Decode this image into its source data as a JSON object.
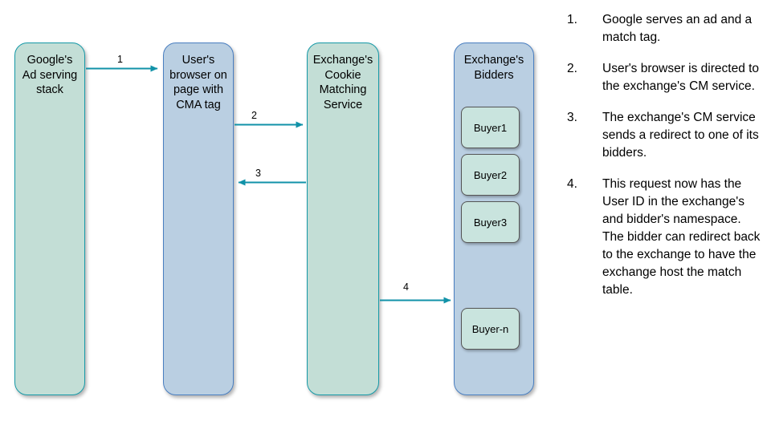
{
  "diagram": {
    "lanes": [
      {
        "name": "google-ad-serving-stack",
        "label": "Google's\nAd serving\nstack",
        "color": "#c3ded6"
      },
      {
        "name": "user-browser",
        "label": "User's\nbrowser on\npage with\nCMA tag",
        "color": "#bacfe2"
      },
      {
        "name": "exchange-cookie-matching-service",
        "label": "Exchange's\nCookie\nMatching\nService",
        "color": "#c3ded6"
      },
      {
        "name": "exchange-bidders",
        "label": "Exchange's\nBidders",
        "color": "#bacfe2"
      }
    ],
    "buyers": [
      {
        "label": "Buyer1"
      },
      {
        "label": "Buyer2"
      },
      {
        "label": "Buyer3"
      },
      {
        "label": "Buyer-n"
      }
    ],
    "arrows": [
      {
        "label": "1",
        "direction": "right",
        "from": "google-ad-serving-stack",
        "to": "user-browser"
      },
      {
        "label": "2",
        "direction": "right",
        "from": "user-browser",
        "to": "exchange-cookie-matching-service"
      },
      {
        "label": "3",
        "direction": "left",
        "from": "exchange-cookie-matching-service",
        "to": "user-browser"
      },
      {
        "label": "4",
        "direction": "right",
        "from": "exchange-cookie-matching-service",
        "to": "exchange-bidders"
      }
    ],
    "arrow_color": "#1192a8"
  },
  "steps": [
    {
      "number": "1.",
      "text": "Google serves an ad and a match tag."
    },
    {
      "number": "2.",
      "text": "User's browser is directed to the exchange's CM service."
    },
    {
      "number": "3.",
      "text": "The exchange's CM service sends a redirect to one of its bidders."
    },
    {
      "number": "4.",
      "text": "This request now has the User ID in the exchange's and bidder's namespace. The bidder can redirect back to the exchange to have the exchange host the match table."
    }
  ]
}
